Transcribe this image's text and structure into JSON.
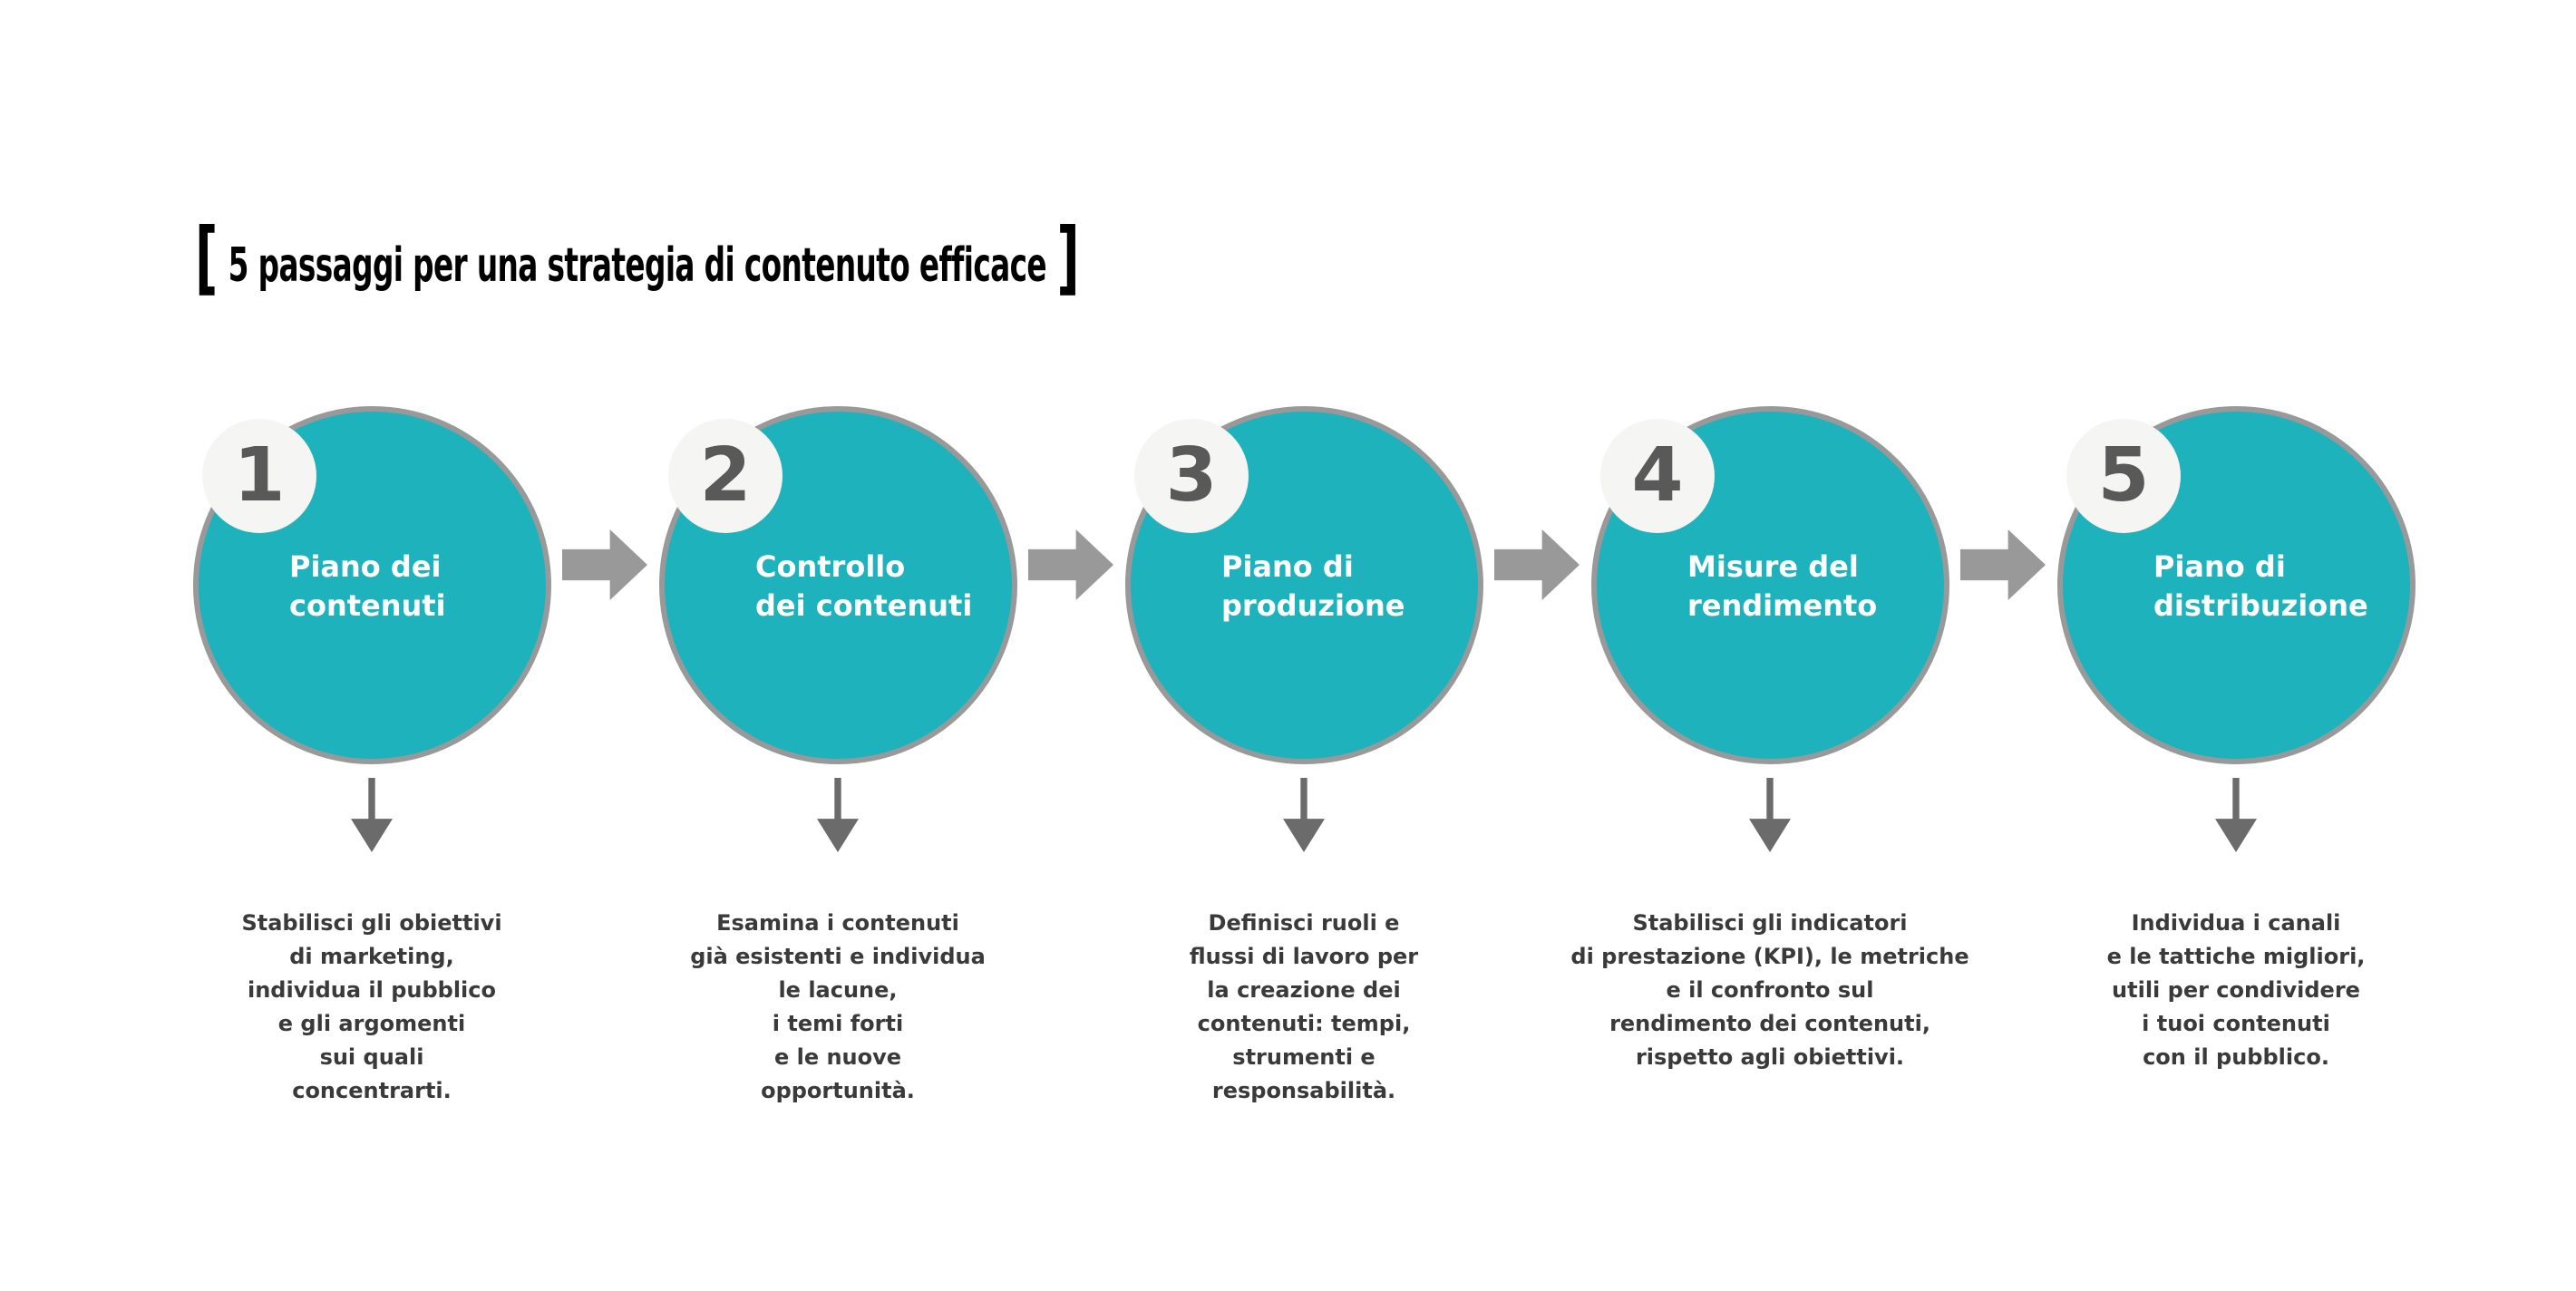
{
  "title": {
    "bracket_left": "[",
    "text": "5 passaggi per una strategia di contenuto efficace",
    "bracket_right": "]"
  },
  "steps": [
    {
      "number": "1",
      "label": "Piano dei\ncontenuti",
      "description": "Stabilisci gli obiettivi\ndi marketing,\nindividua il pubblico\ne gli argomenti\nsui quali\nconcentrarti."
    },
    {
      "number": "2",
      "label": "Controllo\ndei contenuti",
      "description": "Esamina i contenuti\ngià esistenti e individua\nle lacune,\ni temi forti\ne le nuove\nopportunità."
    },
    {
      "number": "3",
      "label": "Piano di\nproduzione",
      "description": "Definisci ruoli e\nflussi di lavoro per\nla creazione dei\ncontenuti: tempi,\nstrumenti e\nresponsabilità."
    },
    {
      "number": "4",
      "label": "Misure del\nrendimento",
      "description": "Stabilisci gli indicatori\ndi prestazione (KPI), le metriche\ne il confronto sul\nrendimento dei contenuti,\nrispetto agli obiettivi."
    },
    {
      "number": "5",
      "label": "Piano di\ndistribuzione",
      "description": "Individua i canali\ne le tattiche migliori,\nutili per condividere\ni tuoi contenuti\ncon il pubblico."
    }
  ],
  "icons": {
    "step_connector": "arrow-right-icon",
    "step_pointer": "arrow-down-icon"
  },
  "colors": {
    "circle_fill": "#1EB2BD",
    "circle_outline": "#999999",
    "badge_fill": "#F5F5F3",
    "badge_number": "#595959",
    "connector_arrow": "#999999",
    "pointer_arrow": "#6B6B6B",
    "description_text": "#3A3A3A",
    "title_text": "#000000"
  }
}
